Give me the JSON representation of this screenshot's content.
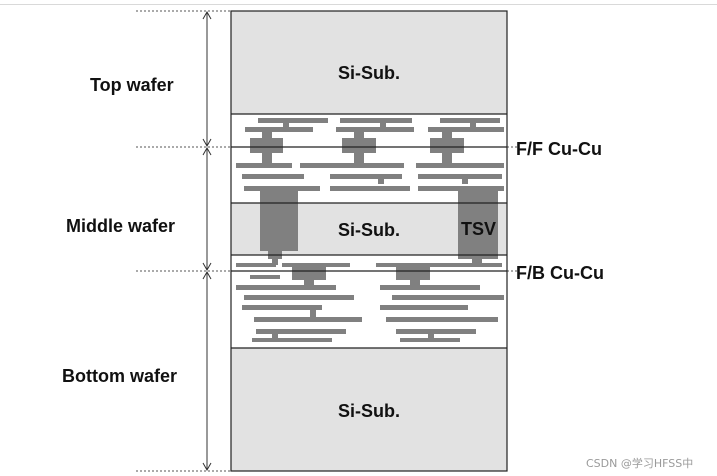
{
  "labels": {
    "top_wafer": "Top wafer",
    "middle_wafer": "Middle wafer",
    "bottom_wafer": "Bottom wafer",
    "ff_bond": "F/F Cu-Cu",
    "fb_bond": "F/B Cu-Cu",
    "tsv": "TSV"
  },
  "substrates": {
    "top": "Si-Sub.",
    "middle": "Si-Sub.",
    "bottom": "Si-Sub."
  },
  "watermark": "CSDN @学习HFSS中",
  "colors": {
    "substrate": "#e2e2e2",
    "metal": "#808080",
    "outline": "#222222"
  }
}
